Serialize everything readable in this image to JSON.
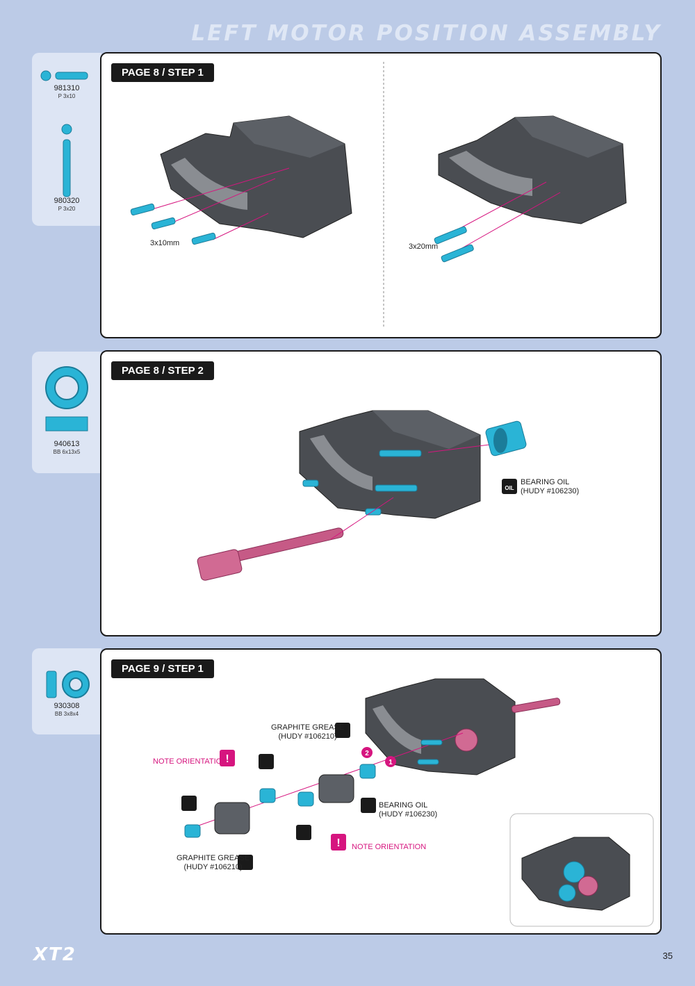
{
  "header": {
    "title": "LEFT MOTOR POSITION ASSEMBLY"
  },
  "parts": {
    "p1": {
      "number": "981310",
      "desc": "P 3x10"
    },
    "p2": {
      "number": "980320",
      "desc": "P 3x20"
    },
    "p3": {
      "number": "940613",
      "desc": "BB 6x13x5"
    },
    "p4": {
      "number": "930308",
      "desc": "BB 3x8x4"
    }
  },
  "steps": {
    "s1": {
      "label": "PAGE 8 / STEP 1",
      "pin_left": "3x10mm",
      "pin_right": "3x20mm"
    },
    "s2": {
      "label": "PAGE 8 / STEP 2",
      "oil": "BEARING OIL",
      "oil_ref": "(HUDY #106230)"
    },
    "s3": {
      "label": "PAGE 9 / STEP 1",
      "grease_top": "GRAPHITE GREASE",
      "grease_top_ref": "(HUDY #106210)",
      "note1": "NOTE ORIENTATION",
      "note2": "NOTE ORIENTATION",
      "oil": "BEARING OIL",
      "oil_ref": "(HUDY #106230)",
      "grease_bottom": "GRAPHITE GREASE",
      "grease_bottom_ref": "(HUDY #106210)",
      "order1": "1",
      "order2": "2",
      "oil_icon": "OIL",
      "grease_icon": "GR"
    }
  },
  "footer": {
    "logo": "XT2",
    "page": "35"
  },
  "colors": {
    "accent": "#d6157f",
    "part": "#2ab4d6",
    "housing": "#4a4d52"
  }
}
